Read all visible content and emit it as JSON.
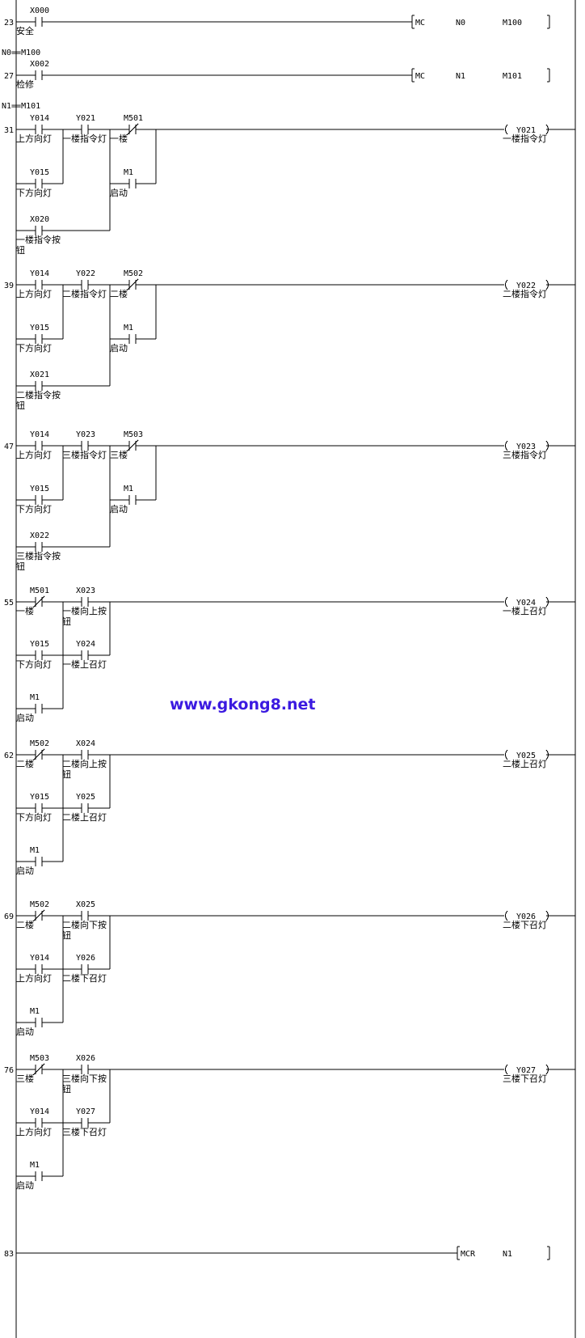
{
  "watermark": "www.gkong8.net",
  "mc_rungs": [
    {
      "step": "23",
      "contact": "X000",
      "comment": "安全",
      "instr": "MC",
      "n": "N0",
      "dev": "M100",
      "marker": "N0==M100"
    },
    {
      "step": "27",
      "contact": "X002",
      "comment": "检修",
      "instr": "MC",
      "n": "N1",
      "dev": "M101",
      "marker": "N1==M101"
    }
  ],
  "cmd_rungs": [
    {
      "step": "31",
      "c1": "Y014",
      "c1c": "上方向灯",
      "c2": "Y021",
      "c2c": "一楼指令灯",
      "c3": "M501",
      "c3c": "一楼",
      "b1": "Y015",
      "b1c": "下方向灯",
      "b2": "M1",
      "b2c": "启动",
      "x": "X020",
      "xc1": "一楼指令按",
      "xc2": "钮",
      "coil": "Y021",
      "coilc": "一楼指令灯"
    },
    {
      "step": "39",
      "c1": "Y014",
      "c1c": "上方向灯",
      "c2": "Y022",
      "c2c": "二楼指令灯",
      "c3": "M502",
      "c3c": "二楼",
      "b1": "Y015",
      "b1c": "下方向灯",
      "b2": "M1",
      "b2c": "启动",
      "x": "X021",
      "xc1": "二楼指令按",
      "xc2": "钮",
      "coil": "Y022",
      "coilc": "二楼指令灯"
    },
    {
      "step": "47",
      "c1": "Y014",
      "c1c": "上方向灯",
      "c2": "Y023",
      "c2c": "三楼指令灯",
      "c3": "M503",
      "c3c": "三楼",
      "b1": "Y015",
      "b1c": "下方向灯",
      "b2": "M1",
      "b2c": "启动",
      "x": "X022",
      "xc1": "三楼指令按",
      "xc2": "钮",
      "coil": "Y023",
      "coilc": "三楼指令灯"
    }
  ],
  "call_rungs": [
    {
      "step": "55",
      "c1": "M501",
      "c1c": "一楼",
      "c2": "X023",
      "c2c1": "一楼向上按",
      "c2c2": "钮",
      "b1": "Y015",
      "b1c": "下方向灯",
      "b2": "Y024",
      "b2c": "一楼上召灯",
      "b3": "M1",
      "b3c": "启动",
      "coil": "Y024",
      "coilc": "一楼上召灯"
    },
    {
      "step": "62",
      "c1": "M502",
      "c1c": "二楼",
      "c2": "X024",
      "c2c1": "二楼向上按",
      "c2c2": "钮",
      "b1": "Y015",
      "b1c": "下方向灯",
      "b2": "Y025",
      "b2c": "二楼上召灯",
      "b3": "M1",
      "b3c": "启动",
      "coil": "Y025",
      "coilc": "二楼上召灯"
    },
    {
      "step": "69",
      "c1": "M502",
      "c1c": "二楼",
      "c2": "X025",
      "c2c1": "二楼向下按",
      "c2c2": "钮",
      "b1": "Y014",
      "b1c": "上方向灯",
      "b2": "Y026",
      "b2c": "二楼下召灯",
      "b3": "M1",
      "b3c": "启动",
      "coil": "Y026",
      "coilc": "二楼下召灯"
    },
    {
      "step": "76",
      "c1": "M503",
      "c1c": "三楼",
      "c2": "X026",
      "c2c1": "三楼向下按",
      "c2c2": "钮",
      "b1": "Y014",
      "b1c": "上方向灯",
      "b2": "Y027",
      "b2c": "三楼下召灯",
      "b3": "M1",
      "b3c": "启动",
      "coil": "Y027",
      "coilc": "三楼下召灯"
    }
  ],
  "mcr_rung": {
    "step": "83",
    "instr": "MCR",
    "n": "N1"
  }
}
